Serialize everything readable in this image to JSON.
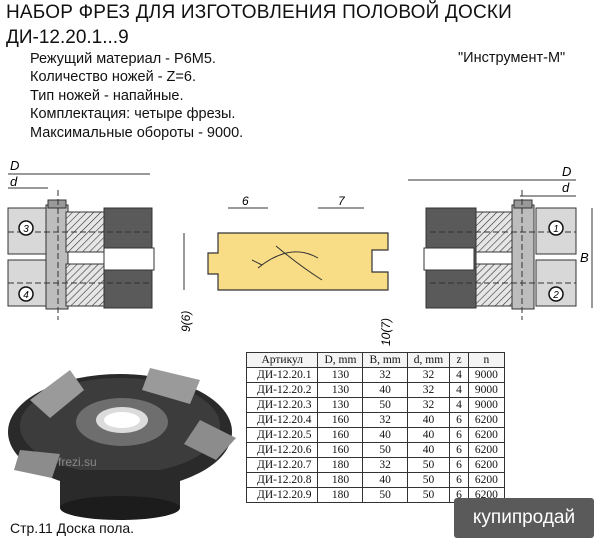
{
  "header": {
    "title": "НАБОР ФРЕЗ ДЛЯ ИЗГОТОВЛЕНИЯ ПОЛОВОЙ ДОСКИ",
    "subtitle": "ДИ-12.20.1...9",
    "brand": "\"Инструмент-М\""
  },
  "specs": [
    "Режущий материал - Р6М5.",
    "Количество ножей - Z=6.",
    "Тип ножей - напайные.",
    "Комплектация: четыре фрезы.",
    "Максимальные обороты - 9000."
  ],
  "drawing_labels": {
    "D_left": "D",
    "d_left": "d",
    "D_right": "D",
    "d_right": "d",
    "B": "B",
    "dim_6": "6",
    "dim_7": "7",
    "dim_9_6": "9(6)",
    "dim_10_7": "10(7)",
    "c1": "1",
    "c2": "2",
    "c3": "3",
    "c4": "4"
  },
  "table": {
    "headers": [
      "Артикул",
      "D, mm",
      "B, mm",
      "d, mm",
      "z",
      "n"
    ],
    "rows": [
      [
        "ДИ-12.20.1",
        "130",
        "32",
        "32",
        "4",
        "9000"
      ],
      [
        "ДИ-12.20.2",
        "130",
        "40",
        "32",
        "4",
        "9000"
      ],
      [
        "ДИ-12.20.3",
        "130",
        "50",
        "32",
        "4",
        "9000"
      ],
      [
        "ДИ-12.20.4",
        "160",
        "32",
        "40",
        "6",
        "6200"
      ],
      [
        "ДИ-12.20.5",
        "160",
        "40",
        "40",
        "6",
        "6200"
      ],
      [
        "ДИ-12.20.6",
        "160",
        "50",
        "40",
        "6",
        "6200"
      ],
      [
        "ДИ-12.20.7",
        "180",
        "32",
        "50",
        "6",
        "6200"
      ],
      [
        "ДИ-12.20.8",
        "180",
        "40",
        "50",
        "6",
        "6200"
      ],
      [
        "ДИ-12.20.9",
        "180",
        "50",
        "50",
        "6",
        "6200"
      ]
    ]
  },
  "footer": "Стр.11 Доска пола.",
  "site": "frezi.su",
  "watermark": "купипродай",
  "colors": {
    "board": "#f8dc86",
    "metal_dark": "#555555",
    "metal_light": "#d8d8d8"
  }
}
